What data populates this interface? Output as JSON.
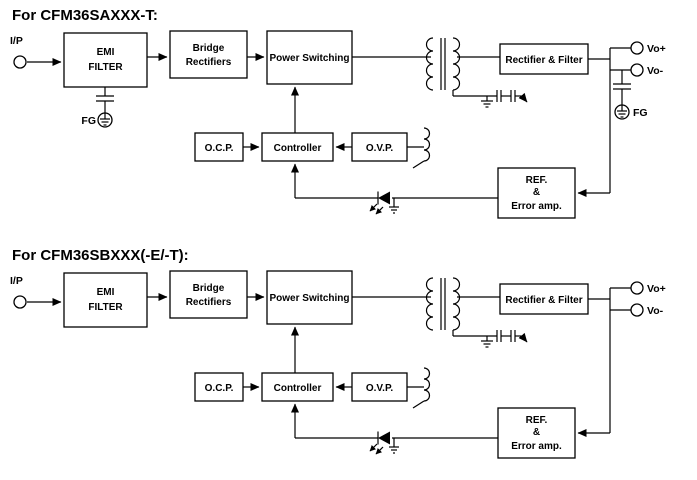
{
  "page": {
    "background_color": "#ffffff",
    "line_color": "#000000",
    "icons": {
      "input_terminal": "circle-terminal",
      "output_terminal": "circle-terminal",
      "ground": "earth-ground-in-circle",
      "y_network_ground": "earth-ground",
      "transformer": "two-winding-transformer",
      "capacitor": "capacitor-plates",
      "optocoupler": "led-photodetector-with-ground",
      "aux_winding": "inductor-coil",
      "arrow": "black-arrowhead"
    }
  },
  "diagram1": {
    "title": "For CFM36SAXXX-T:",
    "input_label": "I/P",
    "fg_left_label": "FG",
    "fg_right_label": "FG",
    "output_pos_label": "Vo+",
    "output_neg_label": "Vo-",
    "boxes": {
      "emi": [
        "EMI",
        "FILTER"
      ],
      "bridge": [
        "Bridge",
        "Rectifiers"
      ],
      "power_switching": "Power Switching",
      "rectifier_filter": "Rectifier & Filter",
      "ocp": "O.C.P.",
      "controller": "Controller",
      "ovp": "O.V.P.",
      "ref_error_amp": [
        "REF.",
        "&",
        "Error amp."
      ]
    }
  },
  "diagram2": {
    "title": "For CFM36SBXXX(-E/-T):",
    "input_label": "I/P",
    "output_pos_label": "Vo+",
    "output_neg_label": "Vo-",
    "boxes": {
      "emi": [
        "EMI",
        "FILTER"
      ],
      "bridge": [
        "Bridge",
        "Rectifiers"
      ],
      "power_switching": "Power Switching",
      "rectifier_filter": "Rectifier & Filter",
      "ocp": "O.C.P.",
      "controller": "Controller",
      "ovp": "O.V.P.",
      "ref_error_amp": [
        "REF.",
        "&",
        "Error amp."
      ]
    }
  }
}
